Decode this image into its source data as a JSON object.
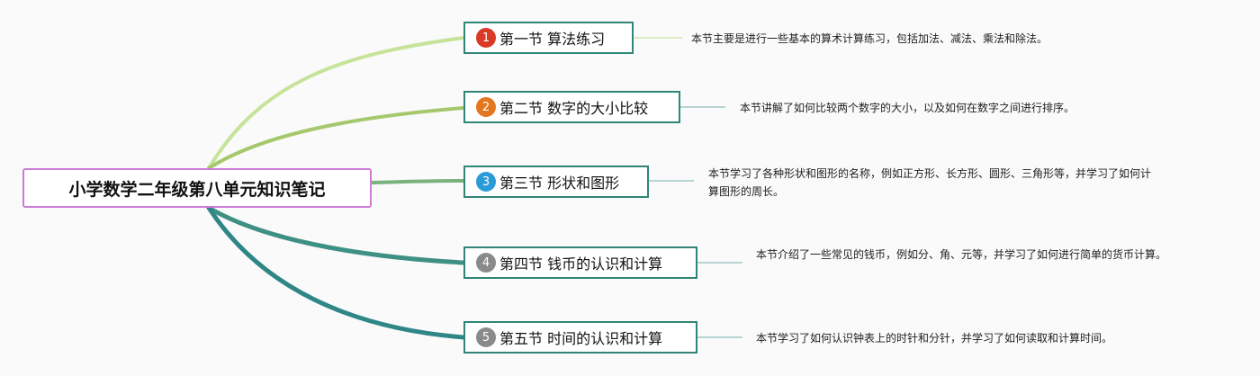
{
  "title": "小学数学二年级第八单元知识笔记",
  "colors": {
    "root_border": "#d07ad8",
    "topic_border": "#2f8577",
    "branches": [
      "#c6e39a",
      "#a6c86c",
      "#79b27a",
      "#3e9084",
      "#2f8686"
    ],
    "badges": [
      "#d93a26",
      "#e2771f",
      "#2b9bd8",
      "#8a8a8a",
      "#8a8a8a"
    ]
  },
  "topics": [
    {
      "number": "1",
      "label": "第一节 算法练习",
      "note": "本节主要是进行一些基本的算术计算练习，包括加法、减法、乘法和除法。"
    },
    {
      "number": "2",
      "label": "第二节 数字的大小比较",
      "note": "本节讲解了如何比较两个数字的大小，以及如何在数字之间进行排序。"
    },
    {
      "number": "3",
      "label": "第三节 形状和图形",
      "note": "本节学习了各种形状和图形的名称，例如正方形、长方形、圆形、三角形等，并学习了如何计算图形的周长。"
    },
    {
      "number": "4",
      "label": "第四节 钱币的认识和计算",
      "note": "本节介绍了一些常见的钱币，例如分、角、元等，并学习了如何进行简单的货币计算。"
    },
    {
      "number": "5",
      "label": "第五节 时间的认识和计算",
      "note": "本节学习了如何认识钟表上的时针和分针，并学习了如何读取和计算时间。"
    }
  ]
}
